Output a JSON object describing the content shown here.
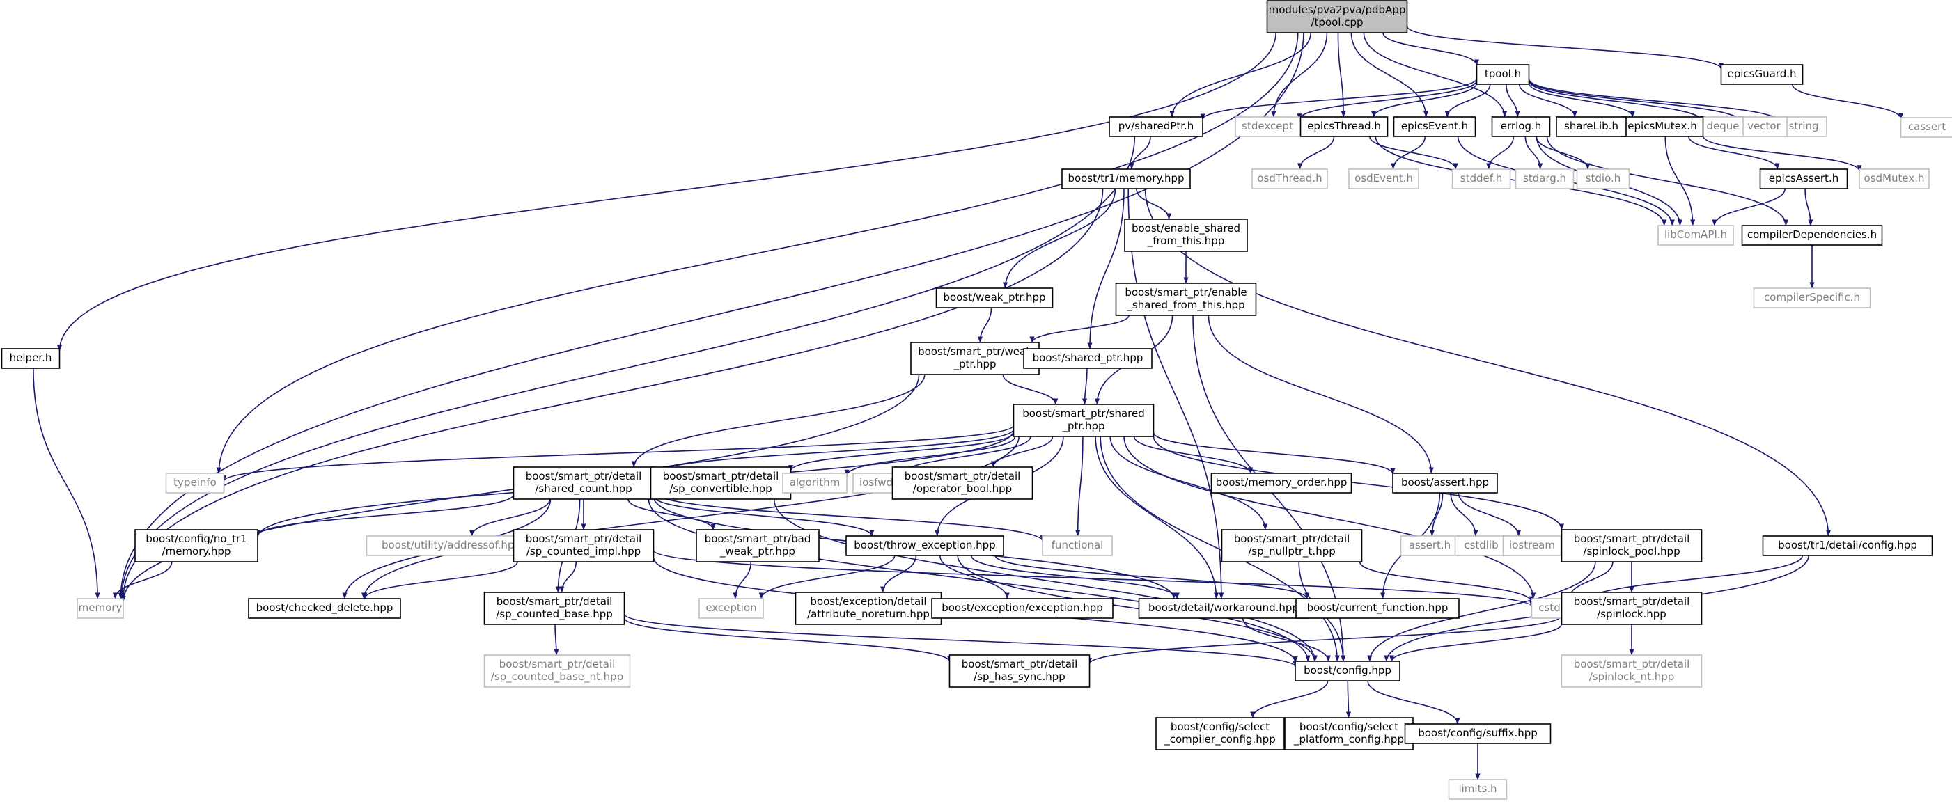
{
  "diagram": {
    "colors": {
      "edge": "#191970",
      "root_fill": "#bfbfbf",
      "root_stroke": "#000000",
      "local_stroke": "#000000",
      "external_stroke": "#bfbfbf",
      "external_text": "#7f7f7f",
      "text": "#000000"
    },
    "nodes": [
      {
        "id": "root",
        "lines": [
          "modules/pva2pva/pdbApp",
          "/tpool.cpp"
        ],
        "kind": "root"
      },
      {
        "id": "tpool_h",
        "lines": [
          "tpool.h"
        ],
        "kind": "local"
      },
      {
        "id": "epicsGuard_h",
        "lines": [
          "epicsGuard.h"
        ],
        "kind": "local"
      },
      {
        "id": "cassert",
        "lines": [
          "cassert"
        ],
        "kind": "external"
      },
      {
        "id": "string",
        "lines": [
          "string"
        ],
        "kind": "external"
      },
      {
        "id": "vector",
        "lines": [
          "vector"
        ],
        "kind": "external"
      },
      {
        "id": "deque",
        "lines": [
          "deque"
        ],
        "kind": "external"
      },
      {
        "id": "epicsMutex_h",
        "lines": [
          "epicsMutex.h"
        ],
        "kind": "local"
      },
      {
        "id": "shareLib_h",
        "lines": [
          "shareLib.h"
        ],
        "kind": "local"
      },
      {
        "id": "errlog_h",
        "lines": [
          "errlog.h"
        ],
        "kind": "local"
      },
      {
        "id": "epicsEvent_h",
        "lines": [
          "epicsEvent.h"
        ],
        "kind": "local"
      },
      {
        "id": "epicsThread_h",
        "lines": [
          "epicsThread.h"
        ],
        "kind": "local"
      },
      {
        "id": "stdexcept",
        "lines": [
          "stdexcept"
        ],
        "kind": "external"
      },
      {
        "id": "pv_sharedPtr_h",
        "lines": [
          "pv/sharedPtr.h"
        ],
        "kind": "local"
      },
      {
        "id": "osdThread_h",
        "lines": [
          "osdThread.h"
        ],
        "kind": "external"
      },
      {
        "id": "osdEvent_h",
        "lines": [
          "osdEvent.h"
        ],
        "kind": "external"
      },
      {
        "id": "stddef_h",
        "lines": [
          "stddef.h"
        ],
        "kind": "external"
      },
      {
        "id": "stdarg_h",
        "lines": [
          "stdarg.h"
        ],
        "kind": "external"
      },
      {
        "id": "stdio_h",
        "lines": [
          "stdio.h"
        ],
        "kind": "external"
      },
      {
        "id": "epicsAssert_h",
        "lines": [
          "epicsAssert.h"
        ],
        "kind": "local"
      },
      {
        "id": "osdMutex_h",
        "lines": [
          "osdMutex.h"
        ],
        "kind": "external"
      },
      {
        "id": "libComAPI_h",
        "lines": [
          "libComAPI.h"
        ],
        "kind": "external"
      },
      {
        "id": "compilerDependencies_h",
        "lines": [
          "compilerDependencies.h"
        ],
        "kind": "local"
      },
      {
        "id": "compilerSpecific_h",
        "lines": [
          "compilerSpecific.h"
        ],
        "kind": "external"
      },
      {
        "id": "boost_tr1_memory",
        "lines": [
          "boost/tr1/memory.hpp"
        ],
        "kind": "local"
      },
      {
        "id": "enable_shared_from_this",
        "lines": [
          "boost/enable_shared",
          "_from_this.hpp"
        ],
        "kind": "local"
      },
      {
        "id": "sp_enable_shared",
        "lines": [
          "boost/smart_ptr/enable",
          "_shared_from_this.hpp"
        ],
        "kind": "local"
      },
      {
        "id": "weak_ptr",
        "lines": [
          "boost/weak_ptr.hpp"
        ],
        "kind": "local"
      },
      {
        "id": "sp_weak_ptr",
        "lines": [
          "boost/smart_ptr/weak",
          "_ptr.hpp"
        ],
        "kind": "local"
      },
      {
        "id": "shared_ptr",
        "lines": [
          "boost/shared_ptr.hpp"
        ],
        "kind": "local"
      },
      {
        "id": "sp_shared_ptr",
        "lines": [
          "boost/smart_ptr/shared",
          "_ptr.hpp"
        ],
        "kind": "local"
      },
      {
        "id": "helper_h",
        "lines": [
          "helper.h"
        ],
        "kind": "local"
      },
      {
        "id": "typeinfo",
        "lines": [
          "typeinfo"
        ],
        "kind": "external"
      },
      {
        "id": "shared_count",
        "lines": [
          "boost/smart_ptr/detail",
          "/shared_count.hpp"
        ],
        "kind": "local"
      },
      {
        "id": "sp_convertible",
        "lines": [
          "boost/smart_ptr/detail",
          "/sp_convertible.hpp"
        ],
        "kind": "local"
      },
      {
        "id": "algorithm",
        "lines": [
          "algorithm"
        ],
        "kind": "external"
      },
      {
        "id": "iosfwd",
        "lines": [
          "iosfwd"
        ],
        "kind": "external"
      },
      {
        "id": "operator_bool",
        "lines": [
          "boost/smart_ptr/detail",
          "/operator_bool.hpp"
        ],
        "kind": "local"
      },
      {
        "id": "memory_order",
        "lines": [
          "boost/memory_order.hpp"
        ],
        "kind": "local"
      },
      {
        "id": "boost_assert",
        "lines": [
          "boost/assert.hpp"
        ],
        "kind": "local"
      },
      {
        "id": "assert_h",
        "lines": [
          "assert.h"
        ],
        "kind": "external"
      },
      {
        "id": "cstdlib",
        "lines": [
          "cstdlib"
        ],
        "kind": "external"
      },
      {
        "id": "iostream",
        "lines": [
          "iostream"
        ],
        "kind": "external"
      },
      {
        "id": "no_tr1_memory",
        "lines": [
          "boost/config/no_tr1",
          "/memory.hpp"
        ],
        "kind": "local"
      },
      {
        "id": "addressof",
        "lines": [
          "boost/utility/addressof.hpp"
        ],
        "kind": "external"
      },
      {
        "id": "sp_counted_impl",
        "lines": [
          "boost/smart_ptr/detail",
          "/sp_counted_impl.hpp"
        ],
        "kind": "local"
      },
      {
        "id": "bad_weak_ptr",
        "lines": [
          "boost/smart_ptr/bad",
          "_weak_ptr.hpp"
        ],
        "kind": "local"
      },
      {
        "id": "throw_exception",
        "lines": [
          "boost/throw_exception.hpp"
        ],
        "kind": "local"
      },
      {
        "id": "functional",
        "lines": [
          "functional"
        ],
        "kind": "external"
      },
      {
        "id": "sp_nullptr_t",
        "lines": [
          "boost/smart_ptr/detail",
          "/sp_nullptr_t.hpp"
        ],
        "kind": "local"
      },
      {
        "id": "spinlock_pool",
        "lines": [
          "boost/smart_ptr/detail",
          "/spinlock_pool.hpp"
        ],
        "kind": "local"
      },
      {
        "id": "tr1_detail_config",
        "lines": [
          "boost/tr1/detail/config.hpp"
        ],
        "kind": "local"
      },
      {
        "id": "memory",
        "lines": [
          "memory"
        ],
        "kind": "external"
      },
      {
        "id": "checked_delete",
        "lines": [
          "boost/checked_delete.hpp"
        ],
        "kind": "local"
      },
      {
        "id": "sp_counted_base",
        "lines": [
          "boost/smart_ptr/detail",
          "/sp_counted_base.hpp"
        ],
        "kind": "local"
      },
      {
        "id": "exception",
        "lines": [
          "exception"
        ],
        "kind": "external"
      },
      {
        "id": "attribute_noreturn",
        "lines": [
          "boost/exception/detail",
          "/attribute_noreturn.hpp"
        ],
        "kind": "local"
      },
      {
        "id": "exception_hpp",
        "lines": [
          "boost/exception/exception.hpp"
        ],
        "kind": "local"
      },
      {
        "id": "workaround",
        "lines": [
          "boost/detail/workaround.hpp"
        ],
        "kind": "local"
      },
      {
        "id": "current_function",
        "lines": [
          "boost/current_function.hpp"
        ],
        "kind": "local"
      },
      {
        "id": "cstddef",
        "lines": [
          "cstddef"
        ],
        "kind": "external"
      },
      {
        "id": "spinlock",
        "lines": [
          "boost/smart_ptr/detail",
          "/spinlock.hpp"
        ],
        "kind": "local"
      },
      {
        "id": "sp_counted_base_nt",
        "lines": [
          "boost/smart_ptr/detail",
          "/sp_counted_base_nt.hpp"
        ],
        "kind": "external"
      },
      {
        "id": "sp_has_sync",
        "lines": [
          "boost/smart_ptr/detail",
          "/sp_has_sync.hpp"
        ],
        "kind": "local"
      },
      {
        "id": "boost_config",
        "lines": [
          "boost/config.hpp"
        ],
        "kind": "local"
      },
      {
        "id": "spinlock_nt",
        "lines": [
          "boost/smart_ptr/detail",
          "/spinlock_nt.hpp"
        ],
        "kind": "external"
      },
      {
        "id": "select_compiler",
        "lines": [
          "boost/config/select",
          "_compiler_config.hpp"
        ],
        "kind": "local"
      },
      {
        "id": "select_platform",
        "lines": [
          "boost/config/select",
          "_platform_config.hpp"
        ],
        "kind": "local"
      },
      {
        "id": "suffix",
        "lines": [
          "boost/config/suffix.hpp"
        ],
        "kind": "local"
      },
      {
        "id": "limits_h",
        "lines": [
          "limits.h"
        ],
        "kind": "external"
      }
    ],
    "edges": [
      [
        "root",
        "tpool_h"
      ],
      [
        "root",
        "epicsGuard_h"
      ],
      [
        "root",
        "helper_h"
      ],
      [
        "root",
        "memory"
      ],
      [
        "root",
        "typeinfo"
      ],
      [
        "root",
        "pv_sharedPtr_h"
      ],
      [
        "root",
        "stdexcept"
      ],
      [
        "root",
        "epicsThread_h"
      ],
      [
        "root",
        "epicsEvent_h"
      ],
      [
        "root",
        "errlog_h"
      ],
      [
        "epicsGuard_h",
        "cassert"
      ],
      [
        "tpool_h",
        "string"
      ],
      [
        "tpool_h",
        "vector"
      ],
      [
        "tpool_h",
        "deque"
      ],
      [
        "tpool_h",
        "epicsMutex_h"
      ],
      [
        "tpool_h",
        "shareLib_h"
      ],
      [
        "tpool_h",
        "errlog_h"
      ],
      [
        "tpool_h",
        "epicsEvent_h"
      ],
      [
        "tpool_h",
        "epicsThread_h"
      ],
      [
        "tpool_h",
        "stdexcept"
      ],
      [
        "tpool_h",
        "pv_sharedPtr_h"
      ],
      [
        "epicsThread_h",
        "osdThread_h"
      ],
      [
        "epicsThread_h",
        "stddef_h"
      ],
      [
        "epicsThread_h",
        "libComAPI_h"
      ],
      [
        "epicsEvent_h",
        "osdEvent_h"
      ],
      [
        "epicsEvent_h",
        "libComAPI_h"
      ],
      [
        "errlog_h",
        "stddef_h"
      ],
      [
        "errlog_h",
        "stdarg_h"
      ],
      [
        "errlog_h",
        "stdio_h"
      ],
      [
        "errlog_h",
        "libComAPI_h"
      ],
      [
        "errlog_h",
        "compilerDependencies_h"
      ],
      [
        "epicsMutex_h",
        "epicsAssert_h"
      ],
      [
        "epicsMutex_h",
        "osdMutex_h"
      ],
      [
        "epicsMutex_h",
        "libComAPI_h"
      ],
      [
        "epicsAssert_h",
        "libComAPI_h"
      ],
      [
        "epicsAssert_h",
        "compilerDependencies_h"
      ],
      [
        "compilerDependencies_h",
        "compilerSpecific_h"
      ],
      [
        "pv_sharedPtr_h",
        "boost_tr1_memory"
      ],
      [
        "pv_sharedPtr_h",
        "memory"
      ],
      [
        "boost_tr1_memory",
        "enable_shared_from_this"
      ],
      [
        "boost_tr1_memory",
        "weak_ptr"
      ],
      [
        "boost_tr1_memory",
        "shared_ptr"
      ],
      [
        "boost_tr1_memory",
        "memory"
      ],
      [
        "boost_tr1_memory",
        "workaround"
      ],
      [
        "boost_tr1_memory",
        "tr1_detail_config"
      ],
      [
        "enable_shared_from_this",
        "sp_enable_shared"
      ],
      [
        "sp_enable_shared",
        "sp_weak_ptr"
      ],
      [
        "sp_enable_shared",
        "sp_shared_ptr"
      ],
      [
        "sp_enable_shared",
        "boost_assert"
      ],
      [
        "sp_enable_shared",
        "boost_config"
      ],
      [
        "weak_ptr",
        "sp_weak_ptr"
      ],
      [
        "sp_weak_ptr",
        "sp_shared_ptr"
      ],
      [
        "sp_weak_ptr",
        "memory"
      ],
      [
        "sp_weak_ptr",
        "shared_count"
      ],
      [
        "shared_ptr",
        "sp_shared_ptr"
      ],
      [
        "helper_h",
        "memory"
      ],
      [
        "sp_shared_ptr",
        "typeinfo"
      ],
      [
        "sp_shared_ptr",
        "no_tr1_memory"
      ],
      [
        "sp_shared_ptr",
        "checked_delete"
      ],
      [
        "sp_shared_ptr",
        "shared_count"
      ],
      [
        "sp_shared_ptr",
        "sp_convertible"
      ],
      [
        "sp_shared_ptr",
        "algorithm"
      ],
      [
        "sp_shared_ptr",
        "iosfwd"
      ],
      [
        "sp_shared_ptr",
        "operator_bool"
      ],
      [
        "sp_shared_ptr",
        "memory_order"
      ],
      [
        "sp_shared_ptr",
        "boost_assert"
      ],
      [
        "sp_shared_ptr",
        "throw_exception"
      ],
      [
        "sp_shared_ptr",
        "functional"
      ],
      [
        "sp_shared_ptr",
        "workaround"
      ],
      [
        "sp_shared_ptr",
        "sp_nullptr_t"
      ],
      [
        "sp_shared_ptr",
        "spinlock_pool"
      ],
      [
        "sp_shared_ptr",
        "boost_config"
      ],
      [
        "sp_shared_ptr",
        "cstddef"
      ],
      [
        "shared_count",
        "no_tr1_memory"
      ],
      [
        "shared_count",
        "addressof"
      ],
      [
        "shared_count",
        "checked_delete"
      ],
      [
        "shared_count",
        "sp_counted_base"
      ],
      [
        "shared_count",
        "sp_counted_impl"
      ],
      [
        "shared_count",
        "bad_weak_ptr"
      ],
      [
        "shared_count",
        "throw_exception"
      ],
      [
        "shared_count",
        "functional"
      ],
      [
        "shared_count",
        "workaround"
      ],
      [
        "shared_count",
        "boost_config"
      ],
      [
        "sp_convertible",
        "boost_config"
      ],
      [
        "boost_assert",
        "assert_h"
      ],
      [
        "boost_assert",
        "cstdlib"
      ],
      [
        "boost_assert",
        "iostream"
      ],
      [
        "boost_assert",
        "current_function"
      ],
      [
        "no_tr1_memory",
        "memory"
      ],
      [
        "sp_counted_impl",
        "checked_delete"
      ],
      [
        "sp_counted_impl",
        "sp_counted_base"
      ],
      [
        "sp_counted_impl",
        "boost_config"
      ],
      [
        "sp_counted_impl",
        "cstddef"
      ],
      [
        "bad_weak_ptr",
        "exception"
      ],
      [
        "throw_exception",
        "exception"
      ],
      [
        "throw_exception",
        "attribute_noreturn"
      ],
      [
        "throw_exception",
        "exception_hpp"
      ],
      [
        "throw_exception",
        "workaround"
      ],
      [
        "throw_exception",
        "current_function"
      ],
      [
        "throw_exception",
        "boost_config"
      ],
      [
        "sp_nullptr_t",
        "cstddef"
      ],
      [
        "sp_nullptr_t",
        "boost_config"
      ],
      [
        "spinlock_pool",
        "cstddef"
      ],
      [
        "spinlock_pool",
        "spinlock"
      ],
      [
        "spinlock_pool",
        "boost_config"
      ],
      [
        "tr1_detail_config",
        "cstddef"
      ],
      [
        "tr1_detail_config",
        "boost_config"
      ],
      [
        "sp_counted_base",
        "sp_counted_base_nt"
      ],
      [
        "sp_counted_base",
        "sp_has_sync"
      ],
      [
        "sp_counted_base",
        "boost_config"
      ],
      [
        "spinlock",
        "spinlock_nt"
      ],
      [
        "spinlock",
        "sp_has_sync"
      ],
      [
        "spinlock",
        "boost_config"
      ],
      [
        "workaround",
        "boost_config"
      ],
      [
        "boost_config",
        "select_compiler"
      ],
      [
        "boost_config",
        "select_platform"
      ],
      [
        "boost_config",
        "suffix"
      ],
      [
        "suffix",
        "limits_h"
      ]
    ]
  }
}
